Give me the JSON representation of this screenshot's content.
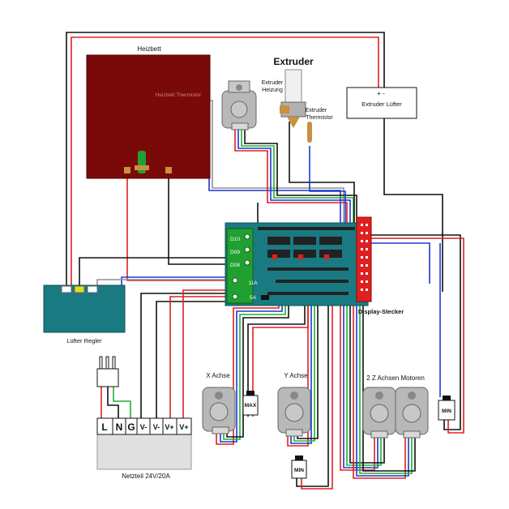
{
  "labels": {
    "heatbed": "Heizbett",
    "heatbed_thermistor": "Heizbett Thermistor",
    "extruder_title": "Extruder",
    "extruder_heater_1": "Extruder",
    "extruder_heater_2": "Heizung",
    "extruder_thermistor_1": "Extruder",
    "extruder_thermistor_2": "Thermistor",
    "extruder_fan": "Extruder Lüfter",
    "fan_polarity": "+ -",
    "fan_controller": "Lüfter Regler",
    "display_connector": "Display-Stecker",
    "d10": "D10",
    "d9": "D09",
    "d8": "D08",
    "amp11": "11A",
    "amp5": "5A",
    "x_axis": "X Achse",
    "y_axis": "Y Achse",
    "z_axis": "2 Z Achsen Motoren",
    "max_switch": "MAX",
    "min_switch_y": "MIN",
    "min_switch_z": "MIN",
    "psu_name": "Netzteil 24V/20A",
    "psu_l": "L",
    "psu_n": "N",
    "psu_g": "G",
    "psu_vm1": "V-",
    "psu_vm2": "V-",
    "psu_vp1": "V+",
    "psu_vp2": "V+"
  },
  "colors": {
    "heatbed": "#7a0a0a",
    "board": "#1a7a82",
    "display": "#e02020",
    "wire_red": "#e02020",
    "wire_black": "#111111",
    "wire_blue": "#1a3ad0",
    "wire_green": "#20b030",
    "wire_gray": "#909090",
    "motor": "#b8b8b8",
    "fan_controller": "#1a7a82"
  }
}
